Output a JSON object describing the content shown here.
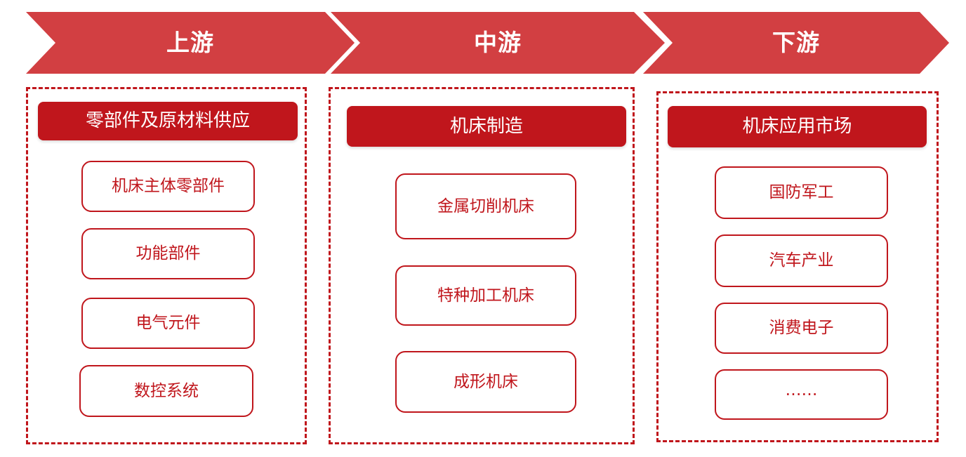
{
  "stages": [
    {
      "label": "上游"
    },
    {
      "label": "中游"
    },
    {
      "label": "下游"
    }
  ],
  "columns": [
    {
      "header": "零部件及原材料供应",
      "items": [
        "机床主体零部件",
        "功能部件",
        "电气元件",
        "数控系统"
      ]
    },
    {
      "header": "机床制造",
      "items": [
        "金属切削机床",
        "特种加工机床",
        "成形机床"
      ]
    },
    {
      "header": "机床应用市场",
      "items": [
        "国防军工",
        "汽车产业",
        "消费电子",
        "……"
      ]
    }
  ],
  "colors": {
    "chevron": "#d23f42",
    "accent": "#c0161c"
  }
}
